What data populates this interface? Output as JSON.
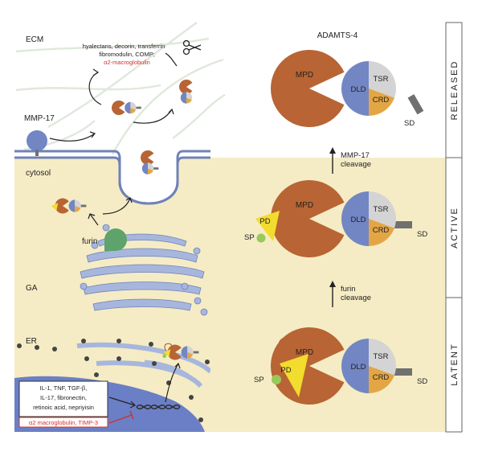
{
  "colors": {
    "cell_bg": "#f5ecc5",
    "membrane": "#a7b6dd",
    "membrane_edge": "#6f82b8",
    "nucleus": "#6b7fc6",
    "mpd": "#b86434",
    "dld": "#7286c4",
    "tsr": "#d4d4d4",
    "crd": "#e4a644",
    "pd": "#f2dc2e",
    "sp": "#98c95a",
    "furin": "#5ea36c",
    "sd": "#707070",
    "inhibitor_red": "#d0302c",
    "ecm_fiber": "#dfe8dc"
  },
  "regions": {
    "ecm": "ECM",
    "cytosol": "cytosol",
    "ga": "GA",
    "er": "ER"
  },
  "ecm_substrates": {
    "line1": "hyalectans, decorin, transferrin",
    "line2": "fibromodulin, COMP;",
    "inhibitor": "α2-macroglobulin"
  },
  "mmp17_label": "MMP-17",
  "furin_label": "furin",
  "stimuli": {
    "lines": [
      "IL-1, TNF, TGF-β,",
      "IL-17, fibronectin,",
      "retinoic acid, nepriyisin"
    ],
    "inhibitors": "α2 macroglobulin, TIMP-3"
  },
  "title": "ADAMTS-4",
  "states": [
    "RELEASED",
    "ACTIVE",
    "LATENT"
  ],
  "domains": {
    "mpd": "MPD",
    "dld": "DLD",
    "tsr": "TSR",
    "crd": "CRD",
    "sd": "SD",
    "pd": "PD",
    "sp": "SP"
  },
  "steps": {
    "mmp17": [
      "MMP-17",
      "cleavage"
    ],
    "furin": [
      "furin",
      "cleavage"
    ]
  }
}
